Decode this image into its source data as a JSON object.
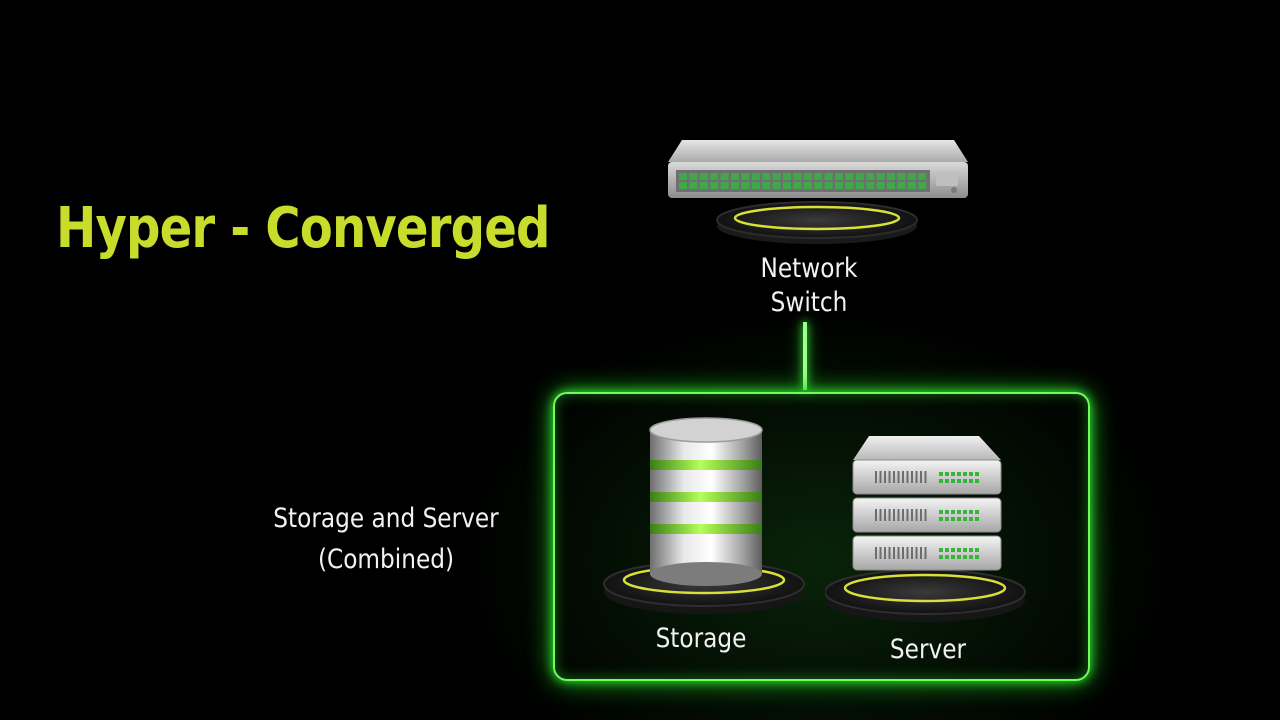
{
  "title": "Hyper - Converged",
  "nodes": {
    "network_switch": "Network\nSwitch",
    "storage": "Storage",
    "server": "Server"
  },
  "group": {
    "label": "Storage and Server\n(Combined)"
  },
  "colors": {
    "title": "#c8dc2c",
    "glow": "#4cff3c",
    "background": "#000000",
    "label": "#f2f2f2"
  }
}
